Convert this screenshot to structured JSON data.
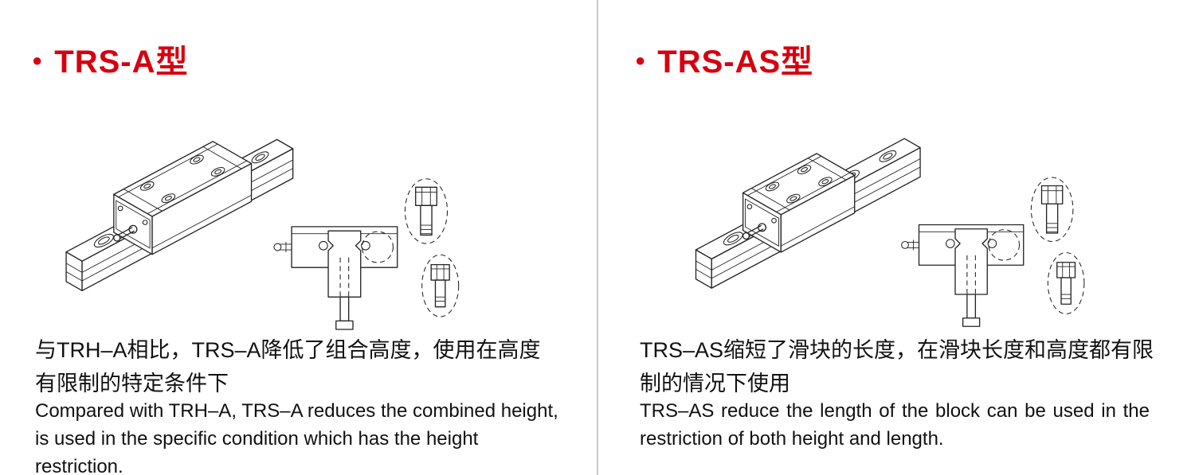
{
  "page": {
    "accent": "#d6000f",
    "divider_color": "#c9c9c9",
    "text_color": "#111111"
  },
  "sections": {
    "trs_a": {
      "bullet": "●",
      "title": "TRS-A型",
      "desc_zh": "与TRH–A相比，TRS–A降低了组合高度，使用在高度有限制的特定条件下",
      "desc_en": "Compared with TRH–A, TRS–A reduces the combined height, is used in the specific condition which has the height restriction."
    },
    "trs_as": {
      "bullet": "●",
      "title": "TRS-AS型",
      "desc_zh": "TRS–AS缩短了滑块的长度，在滑块长度和高度都有限制的情况下使用",
      "desc_en": "TRS–AS reduce the length of the block can be used in the restriction of both height and length."
    }
  }
}
